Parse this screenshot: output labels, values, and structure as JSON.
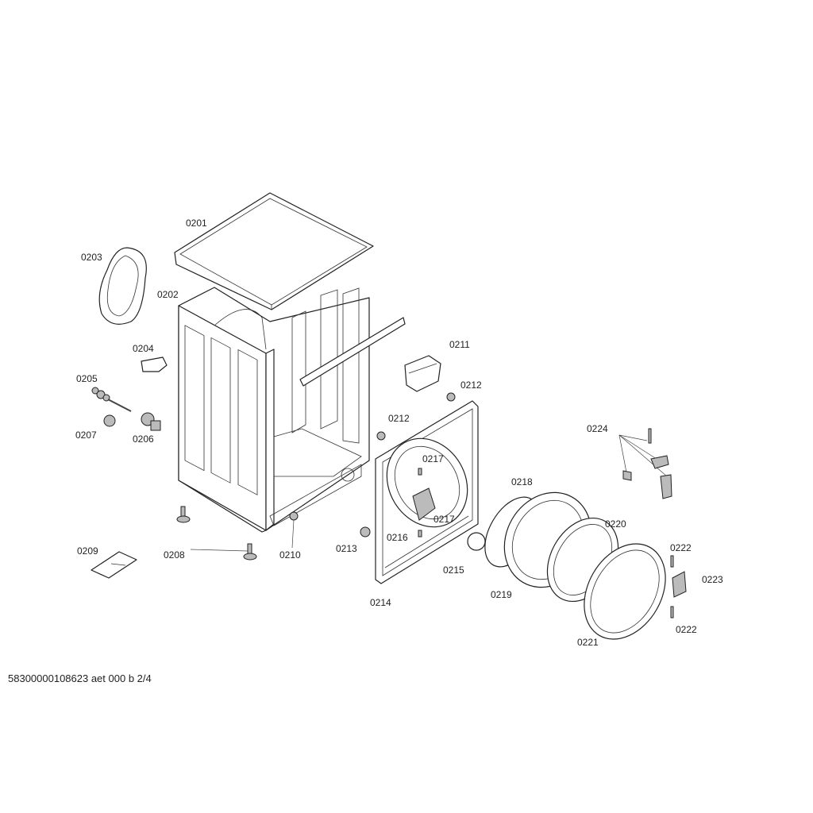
{
  "footer": {
    "document_id": "58300000108623 aet 000 b 2/4"
  },
  "parts": [
    {
      "label": "0201"
    },
    {
      "label": "0202"
    },
    {
      "label": "0203"
    },
    {
      "label": "0204"
    },
    {
      "label": "0205"
    },
    {
      "label": "0207"
    },
    {
      "label": "0206"
    },
    {
      "label": "0208"
    },
    {
      "label": "0209"
    },
    {
      "label": "0210"
    },
    {
      "label": "0211"
    },
    {
      "label": "0212"
    },
    {
      "label": "0212"
    },
    {
      "label": "0217"
    },
    {
      "label": "0218"
    },
    {
      "label": "0224"
    },
    {
      "label": "0220"
    },
    {
      "label": "0216"
    },
    {
      "label": "0217"
    },
    {
      "label": "0213"
    },
    {
      "label": "0215"
    },
    {
      "label": "0214"
    },
    {
      "label": "0219"
    },
    {
      "label": "0222"
    },
    {
      "label": "0223"
    },
    {
      "label": "0222"
    },
    {
      "label": "0221"
    }
  ]
}
